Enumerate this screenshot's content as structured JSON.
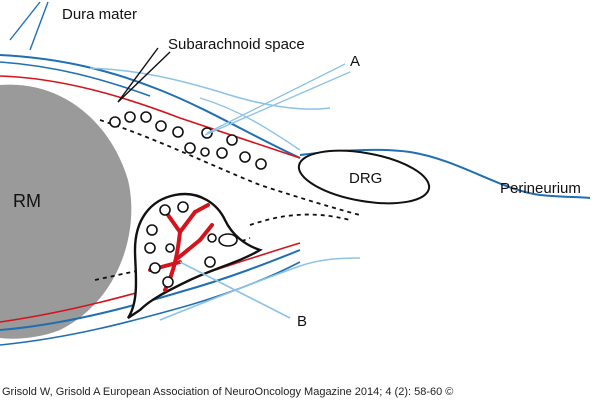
{
  "labels": {
    "dura_mater": "Dura mater",
    "subarachnoid_space": "Subarachnoid space",
    "a": "A",
    "b": "B",
    "drg": "DRG",
    "perineurium": "Perineurium",
    "rm": "RM"
  },
  "caption": "Grisold W, Grisold A European Association of NeuroOncology Magazine 2014; 4 (2): 58-60 ©",
  "colors": {
    "dura_blue": "#1f6fb2",
    "light_blue": "#8ec3e6",
    "red": "#d4141c",
    "gray": "#9a9a9a",
    "black": "#111111"
  }
}
